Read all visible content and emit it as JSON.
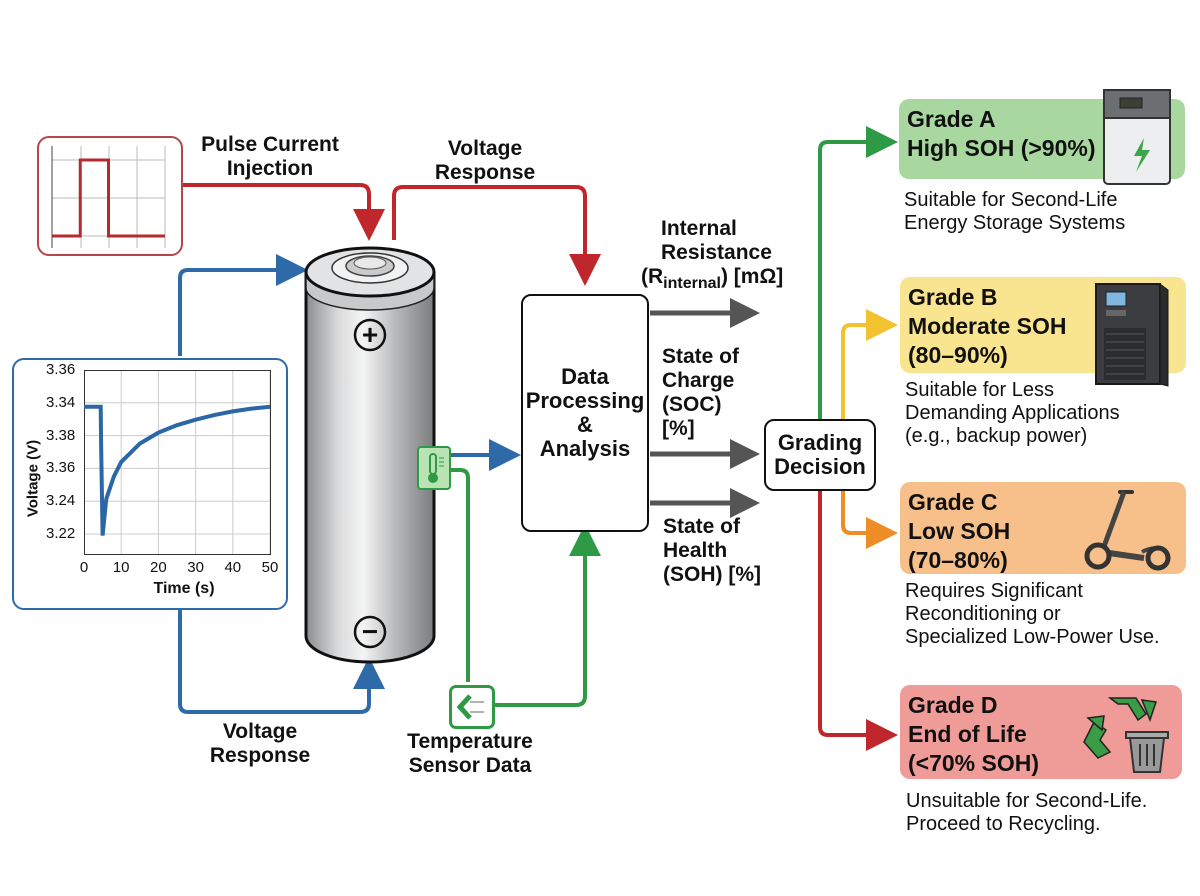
{
  "diagram": {
    "pulse_label": "Pulse Current\nInjection",
    "voltage_response_top": "Voltage\nResponse",
    "voltage_response_bottom": "Voltage\nResponse",
    "temperature_label": "Temperature\nSensor Data",
    "processing_box": "Data\nProcessing\n&\nAnalysis",
    "grading_box": "Grading\nDecision",
    "outputs": {
      "resistance_line1": "Internal",
      "resistance_line2": "Resistance",
      "resistance_r": "(R",
      "resistance_sub": "internal",
      "resistance_unit": ") [mΩ]",
      "soc": "State of\nCharge\n(SOC)\n[%]",
      "soh": "State of\nHealth\n(SOH) [%]"
    },
    "battery": {
      "plus": "+",
      "minus": "−"
    },
    "colors": {
      "red": "#c0272d",
      "blue": "#2f6aa8",
      "green": "#2e9a45",
      "gray": "#555555",
      "yellow": "#f2c230",
      "orange": "#ee8c25"
    }
  },
  "grades": [
    {
      "title": "Grade A\nHigh SOH (>90%)",
      "desc": "Suitable for Second-Life\nEnergy Storage Systems",
      "color": "#a8d8a0",
      "icon": "energy-storage-icon"
    },
    {
      "title": "Grade B\nModerate SOH\n(80–90%)",
      "desc": "Suitable for Less\nDemanding Applications\n(e.g., backup power)",
      "color": "#f9e48f",
      "icon": "ups-server-icon"
    },
    {
      "title": "Grade C\nLow SOH\n(70–80%)",
      "desc": "Requires Significant\nReconditioning or\nSpecialized Low-Power Use.",
      "color": "#f7bf8a",
      "icon": "scooter-icon"
    },
    {
      "title": "Grade D\nEnd of Life\n(<70% SOH)",
      "desc": "Unsuitable for Second-Life.\nProceed to Recycling.",
      "color": "#ef9b98",
      "icon": "recycle-bin-icon"
    }
  ],
  "chart_data": {
    "type": "line",
    "title": "",
    "xlabel": "Time (s)",
    "ylabel": "Voltage (V)",
    "x_ticks": [
      "0",
      "10",
      "20",
      "30",
      "40",
      "50"
    ],
    "y_ticks": [
      "3.36",
      "3.34",
      "3.38",
      "3.36",
      "3.24",
      "3.22"
    ],
    "xlim": [
      0,
      50
    ],
    "grid": true,
    "series": [
      {
        "name": "Voltage response",
        "x": [
          0,
          4.5,
          4.6,
          5,
          6,
          8,
          10,
          15,
          20,
          25,
          30,
          35,
          40,
          45,
          50
        ],
        "y_level": [
          0.2,
          0.2,
          0.4,
          0.9,
          0.7,
          0.58,
          0.5,
          0.4,
          0.34,
          0.3,
          0.27,
          0.245,
          0.225,
          0.21,
          0.2
        ]
      }
    ],
    "note": "y_level is fraction of plot height from top (tick labels on source axis are non-monotonic)"
  },
  "pulse_chart": {
    "type": "line",
    "levels": [
      0,
      0,
      1,
      1,
      0,
      0
    ],
    "x": [
      0,
      1,
      1,
      2,
      2,
      4
    ]
  }
}
